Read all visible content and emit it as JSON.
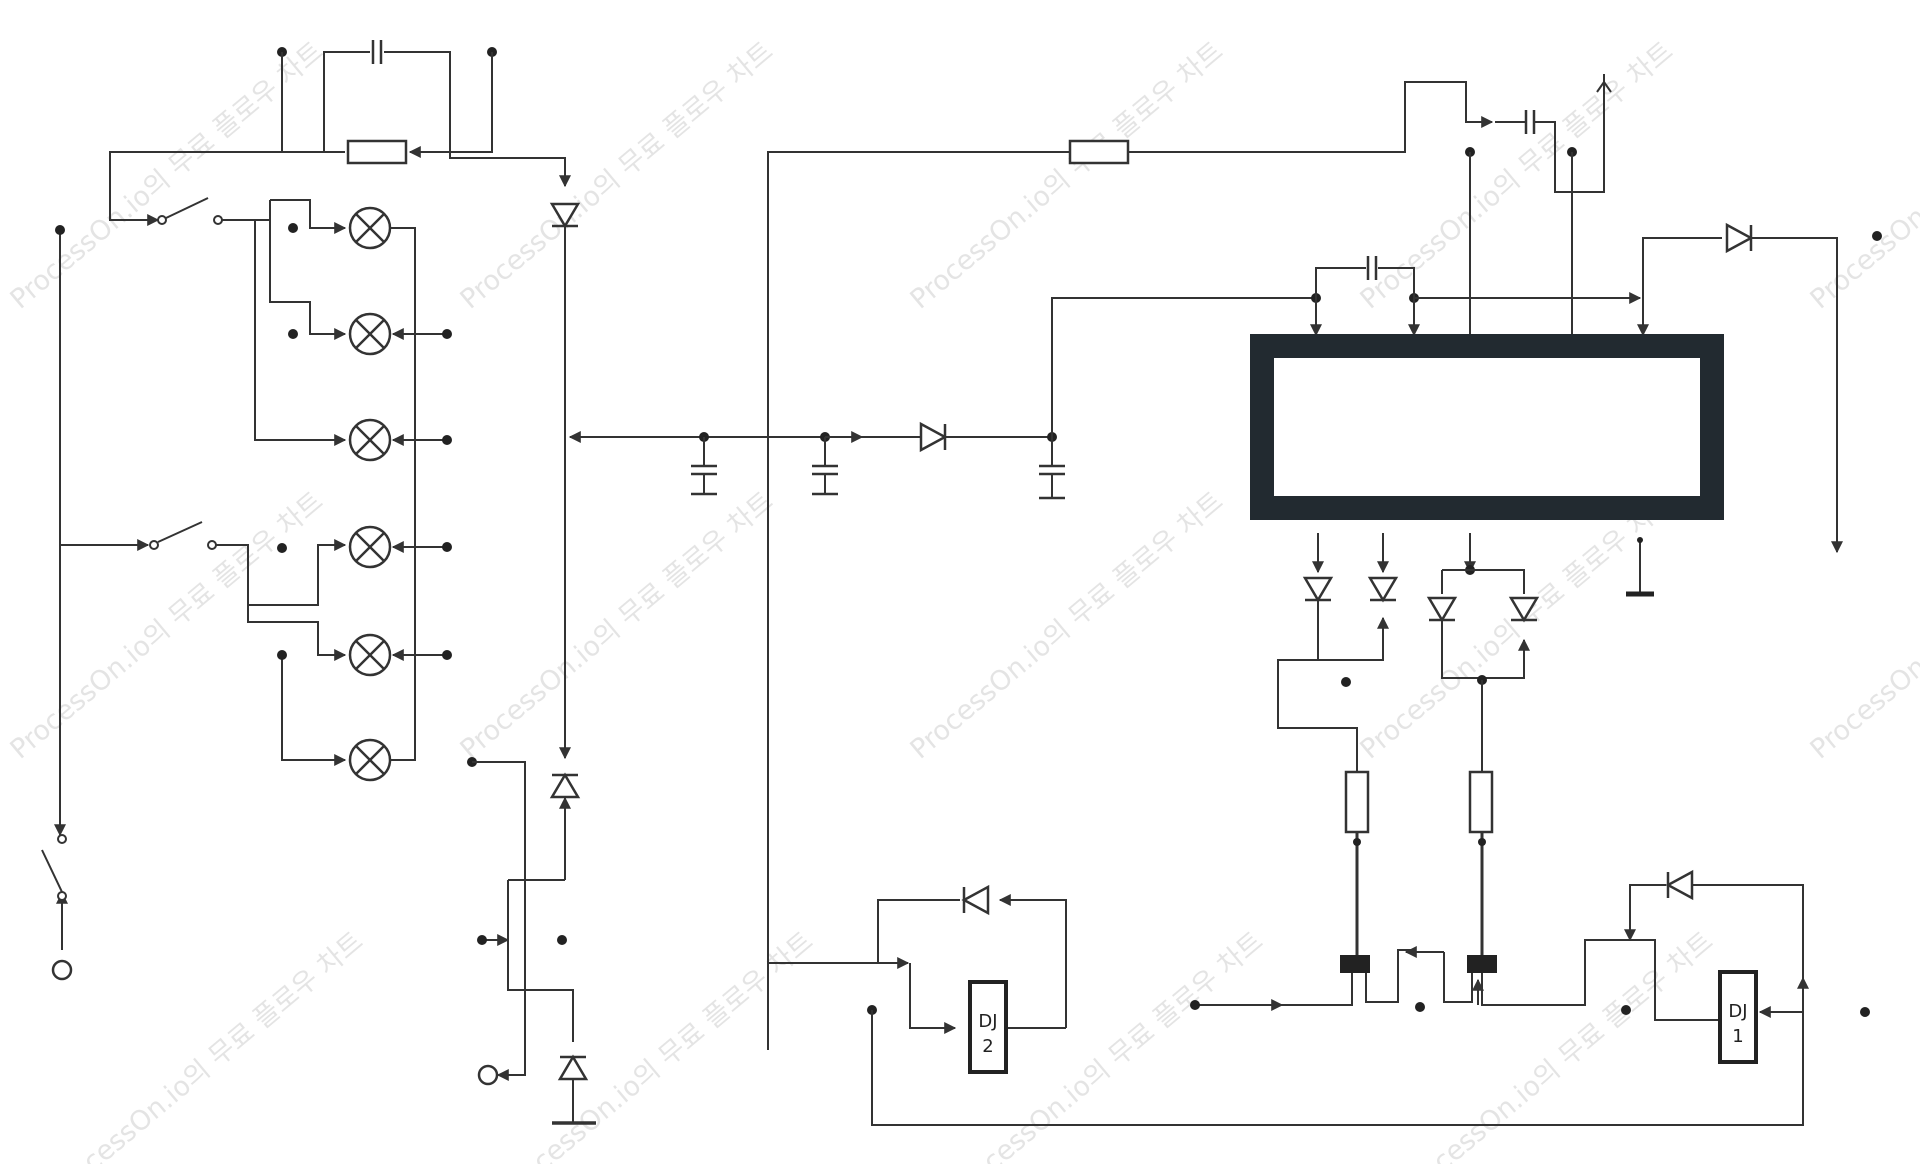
{
  "diagram": {
    "watermark": "ProcessOn.io의 무료 플로우 차트",
    "relay_2": {
      "line1": "DJ",
      "line2": "2"
    },
    "relay_1": {
      "line1": "DJ",
      "line2": "1"
    }
  }
}
